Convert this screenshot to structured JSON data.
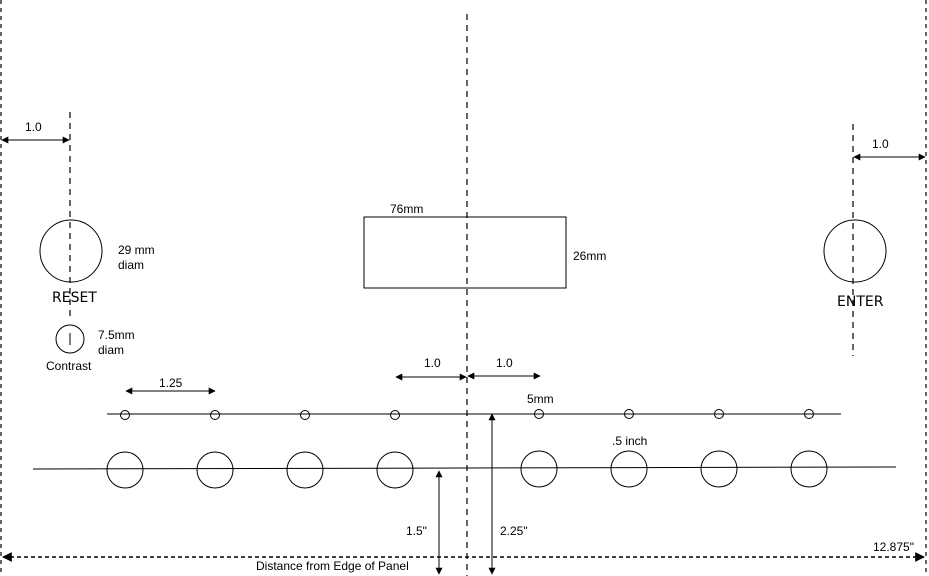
{
  "labels": {
    "left_margin": "1.0",
    "right_margin": "1.0",
    "reset_diam_line1": "29 mm",
    "reset_diam_line2": "diam",
    "reset": "RESET",
    "contrast_diam_line1": "7.5mm",
    "contrast_diam_line2": "diam",
    "contrast": "Contrast",
    "display_width": "76mm",
    "display_height": "26mm",
    "enter": "ENTER",
    "center_left_offset": "1.0",
    "center_right_offset": "1.0",
    "small_spacing": "1.25",
    "small_hole": "5mm",
    "large_hole": ".5 inch",
    "row1_height": "1.5\"",
    "row2_height": "2.25\"",
    "panel_width": "12.875\"",
    "panel_caption": "Distance from Edge of Panel"
  }
}
